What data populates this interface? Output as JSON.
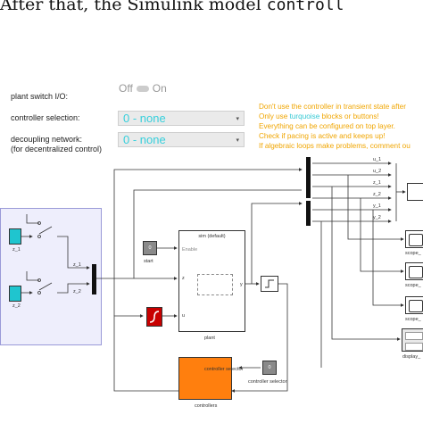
{
  "header": {
    "text_prefix": "After that, the Simulink model",
    "text_code": "controll"
  },
  "settings": {
    "plant_switch_label": "plant switch I/O:",
    "toggle_off": "Off",
    "toggle_on": "On",
    "controller_selection_label": "controller selection:",
    "controller_selection_value": "0 - none",
    "decoupling_label_line1": "decoupling network:",
    "decoupling_label_line2": "(for decentralized control)",
    "decoupling_value": "0 - none"
  },
  "notes": {
    "line1": "Don't use the controller in transient state after",
    "line2_pre": "Only use ",
    "line2_highlight": "turquoise",
    "line2_post": " blocks or buttons!",
    "line3": "Everything can be configured on top layer.",
    "line4": "Check if pacing is active and keeps up!",
    "line5": "If algebraic loops make problems, comment ou",
    "highlight_color": "#35c9d4",
    "note_color": "#f0a500"
  },
  "diagram": {
    "z1_block": "z_1",
    "z2_block": "z_2",
    "z1_signal": "z_1",
    "z2_signal": "z_2",
    "start_value": "0",
    "start_label": "start",
    "plant_title": "sim (default)",
    "plant_enable": "Enable",
    "plant_port_z": "z",
    "plant_port_y": "y",
    "plant_port_u": "u",
    "plant_label": "plant",
    "controllers_title": "controller selector",
    "controllers_label": "controllers",
    "ctrl_selector_value": "0",
    "ctrl_selector_label": "controller selector",
    "bus_signals": [
      "u_1",
      "u_2",
      "z_1",
      "z_2",
      "y_1",
      "y_2"
    ],
    "scopes": [
      "scope_",
      "scope_",
      "scope_"
    ],
    "display_label": "display_"
  },
  "colors": {
    "turquoise": "#1fc5cf",
    "controller_orange": "#ff7f0e",
    "ramp_red": "#c80000",
    "subsystem_bg": "#eeeefc"
  }
}
